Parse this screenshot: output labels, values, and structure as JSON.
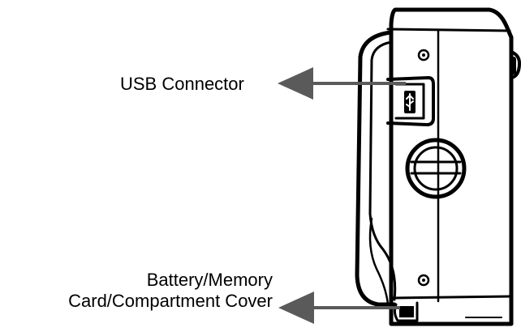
{
  "callouts": {
    "usb": "USB Connector",
    "battery_line1": "Battery/Memory",
    "battery_line2": "Card/Compartment Cover"
  },
  "colors": {
    "outline": "#000000",
    "arrow": "#5a5a5a",
    "background": "#ffffff"
  }
}
